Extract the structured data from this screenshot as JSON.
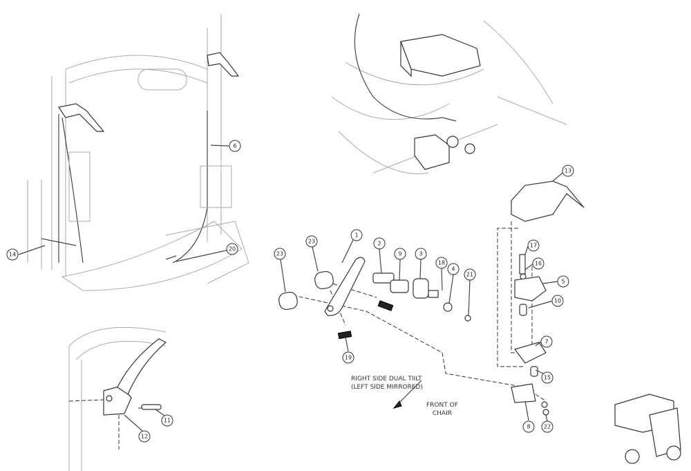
{
  "notes": {
    "side_line1": "RIGHT SIDE DUAL TIILT",
    "side_line2": "(LEFT SIDE MIRRORED)",
    "front_line1": "FRONT OF",
    "front_line2": "CHAIR"
  },
  "callouts": {
    "c6": "6",
    "c14": "14",
    "c20": "20",
    "c1": "1",
    "c2": "2",
    "c9": "9",
    "c3": "3",
    "c18": "18",
    "c4": "4",
    "c21": "21",
    "c23a": "23",
    "c23b": "23",
    "c19": "19",
    "c13": "13",
    "c17": "17",
    "c16": "16",
    "c5": "5",
    "c10": "10",
    "c7": "7",
    "c15": "15",
    "c8": "8",
    "c22": "22",
    "c11": "11",
    "c12": "12"
  }
}
